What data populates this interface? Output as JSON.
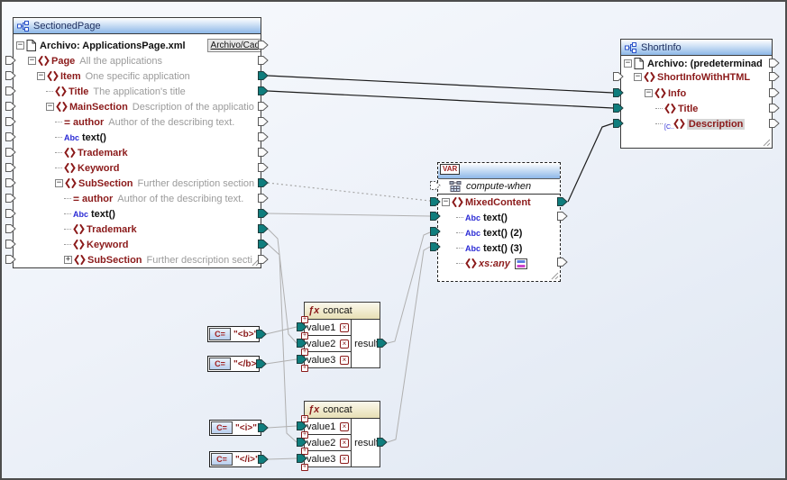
{
  "icons": {
    "collapse": "−",
    "expand": "+",
    "abc": "Abc",
    "attribute": "=",
    "constant": "C=",
    "function": "ƒx",
    "var_tab": "VAR",
    "delete": "×",
    "add": "+",
    "mixed_badge": "[C.."
  },
  "colors": {
    "connector_filled": "#0F7D7D",
    "element_name": "#8B1A1A",
    "annotation": "#9B9B9B",
    "header_gradient_bottom": "#8DB8E8",
    "function_header": "#EFE8C4",
    "line_gray": "#B0B0B0",
    "line_black": "#1C1C1C",
    "selection_bg": "#D6D6D6"
  },
  "sectionedPage": {
    "title": "SectionedPage",
    "file": {
      "label": "Archivo: ApplicationsPage.xml",
      "button": "Archivo/Cad"
    },
    "rows": [
      {
        "label": "Page",
        "annotation": "All the applications"
      },
      {
        "label": "Item",
        "annotation": "One specific application"
      },
      {
        "label": "Title",
        "annotation": "The application's title"
      },
      {
        "label": "MainSection",
        "annotation": "Description of the applicatio"
      },
      {
        "label": "author",
        "annotation": "Author of the describing text."
      },
      {
        "label": "text()"
      },
      {
        "label": "Trademark"
      },
      {
        "label": "Keyword"
      },
      {
        "label": "SubSection",
        "annotation": "Further description section"
      },
      {
        "label": "author",
        "annotation": "Author of the describing text."
      },
      {
        "label": "text()"
      },
      {
        "label": "Trademark"
      },
      {
        "label": "Keyword"
      },
      {
        "label": "SubSection",
        "annotation": "Further description secti"
      }
    ]
  },
  "shortInfo": {
    "title": "ShortInfo",
    "file": {
      "label": "Archivo: (predeterminad"
    },
    "rows": [
      {
        "label": "ShortInfoWithHTML"
      },
      {
        "label": "Info"
      },
      {
        "label": "Title"
      },
      {
        "label": "Description"
      }
    ]
  },
  "variable": {
    "tab": "VAR",
    "compute_when": "compute-when",
    "rows": [
      {
        "label": "MixedContent"
      },
      {
        "label": "text()"
      },
      {
        "label": "text() (2)"
      },
      {
        "label": "text() (3)"
      },
      {
        "label": "xs:any"
      }
    ]
  },
  "functions": [
    {
      "title": "concat",
      "params": [
        "value1",
        "value2",
        "value3"
      ],
      "result": "result"
    },
    {
      "title": "concat",
      "params": [
        "value1",
        "value2",
        "value3"
      ],
      "result": "result"
    }
  ],
  "constants": [
    {
      "value": "\"<b>\""
    },
    {
      "value": "\"</b>\""
    },
    {
      "value": "\"<i>\""
    },
    {
      "value": "\"</i>\""
    }
  ]
}
